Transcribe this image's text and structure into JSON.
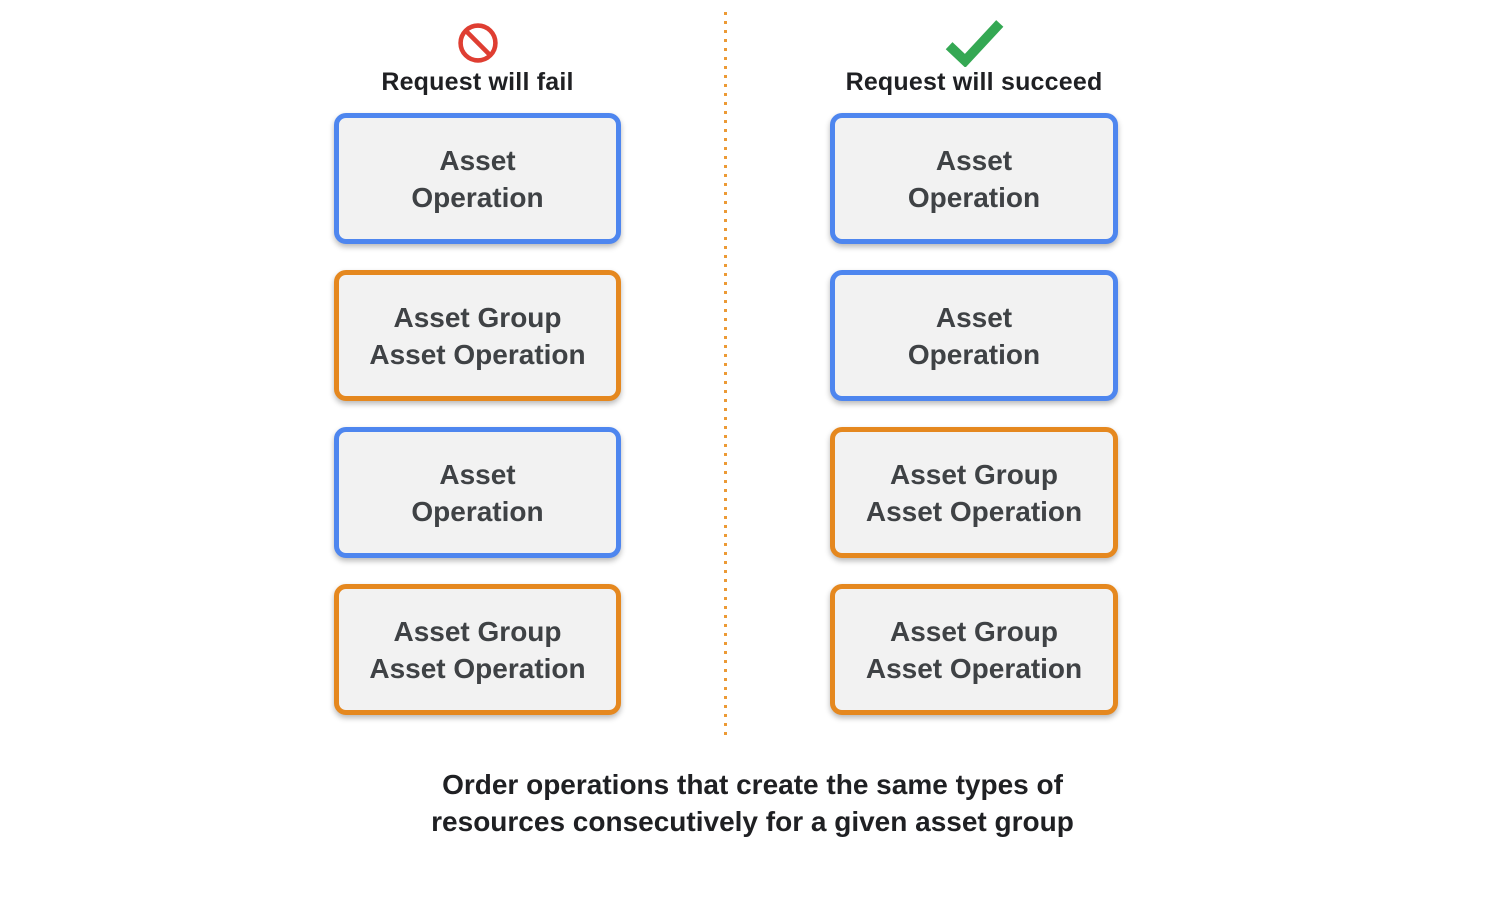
{
  "diagram": {
    "fail_column": {
      "icon": "prohibition",
      "title": "Request will fail",
      "boxes": [
        {
          "line1": "Asset",
          "line2": "Operation",
          "border": "blue"
        },
        {
          "line1": "Asset Group",
          "line2": "Asset Operation",
          "border": "orange"
        },
        {
          "line1": "Asset",
          "line2": "Operation",
          "border": "blue"
        },
        {
          "line1": "Asset Group",
          "line2": "Asset Operation",
          "border": "orange"
        }
      ]
    },
    "succeed_column": {
      "icon": "checkmark",
      "title": "Request will succeed",
      "boxes": [
        {
          "line1": "Asset",
          "line2": "Operation",
          "border": "blue"
        },
        {
          "line1": "Asset",
          "line2": "Operation",
          "border": "blue"
        },
        {
          "line1": "Asset Group",
          "line2": "Asset Operation",
          "border": "orange"
        },
        {
          "line1": "Asset Group",
          "line2": "Asset Operation",
          "border": "orange"
        }
      ]
    },
    "caption": {
      "line1": "Order operations that create the same types of",
      "line2": "resources consecutively for a given asset group"
    },
    "colors": {
      "blue_border": "#4e86ef",
      "orange_border": "#e5881f",
      "box_fill": "#f2f2f2",
      "box_text": "#3f4245",
      "fail_icon_red": "#df3e32",
      "success_icon_green": "#34a853",
      "divider_orange": "#ec9a35",
      "heading_text": "#1f2023"
    }
  }
}
